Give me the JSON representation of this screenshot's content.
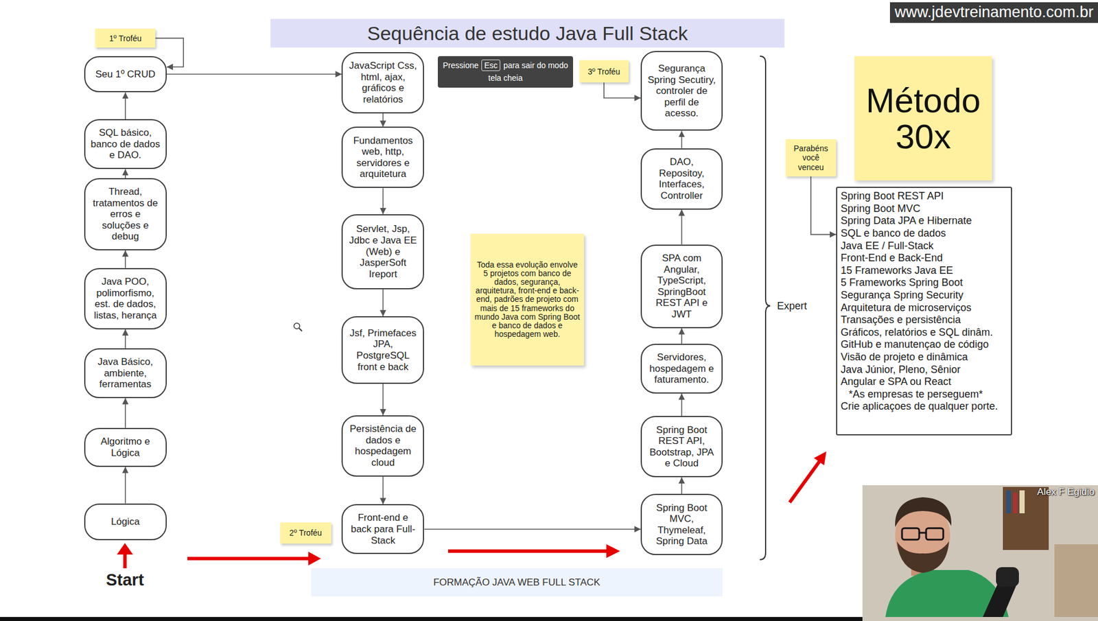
{
  "diagram": {
    "title": "Sequência de estudo Java Full Stack",
    "nodes": [
      {
        "text": [
          "1º Troféu"
        ]
      },
      {
        "text": [
          "Seu 1º CRUD"
        ]
      },
      {
        "text": [
          "SQL básico, banco de dados e DAO."
        ]
      },
      {
        "text": [
          "Thread, tratamentos de erros e soluções e debug"
        ]
      },
      {
        "text": [
          "Java POO, polimorfismo, est. de dados, listas, herança"
        ]
      },
      {
        "text": [
          "Java Básico, ambiente, ferramentas"
        ]
      },
      {
        "text": [
          "Algoritmo e Lógica"
        ]
      },
      {
        "text": [
          "Lógica"
        ]
      },
      {
        "text": [
          "JavaScript Css, html, ajax, gráficos e relatórios"
        ]
      },
      {
        "text": [
          "Fundamentos web, http, servidores e arquitetura"
        ]
      },
      {
        "text": [
          "Servlet, Jsp, Jdbc e Java EE (Web) e JasperSoft Ireport"
        ]
      },
      {
        "text": [
          "Jsf, Primefaces JPA, PostgreSQL front e back"
        ]
      },
      {
        "text": [
          "Persistência de dados e hospedagem cloud"
        ]
      },
      {
        "text": [
          "2º Troféu"
        ]
      },
      {
        "text": [
          "Front-end e back para Full-Stack"
        ]
      },
      {
        "text": [
          "Toda essa evolução envolve 5 projetos com banco de dados, segurança, arquitetura, front-end e back-end, padrões de projeto com mais de 15 frameworks do mundo Java com Spring Boot e banco de dados e hospedagem web."
        ]
      },
      {
        "text": [
          "3º Troféu"
        ]
      },
      {
        "text": [
          "Segurança Spring Secutiry, controler de perfil de acesso."
        ]
      },
      {
        "text": [
          "DAO, Repositoy, Interfaces, Controller"
        ]
      },
      {
        "text": [
          "SPA com Angular, TypeScript, SpringBoot REST API e JWT"
        ]
      },
      {
        "text": [
          "Servidores, hospedagem e faturamento."
        ]
      },
      {
        "text": [
          "Spring Boot REST API, Bootstrap, JPA e Cloud"
        ]
      },
      {
        "text": [
          "Spring Boot MVC, Thymeleaf, Spring Data"
        ]
      },
      {
        "text": [
          "FORMAÇÃO JAVA WEB FULL STACK"
        ]
      },
      {
        "text": [
          "Método 30x"
        ]
      },
      {
        "text": [
          "Parabéns você venceu"
        ]
      },
      {
        "text": [
          "Spring Boot REST API",
          "Spring Boot MVC",
          "Spring Data JPA e Hibernate",
          "SQL e banco de dados",
          "Java EE / Full-Stack",
          "Front-End e Back-End",
          "15 Frameworks Java EE",
          "5 Frameworks Spring Boot",
          "Segurança Spring Security",
          "Arquitetura de microserviços",
          "Transações e persistência",
          "Gráficos, relatórios e SQL dinâm.",
          "GitHub e manutençao de código",
          "Visão de projeto e dinâmica",
          "Java Júnior, Pleno, Sênior",
          "Angular e SPA ou React",
          "*As empresas te perseguem*",
          "Crie aplicaçoes de qualquer porte."
        ]
      }
    ],
    "edges": [
      {
        "from": 7,
        "to": 6,
        "arrow": "to"
      },
      {
        "from": 6,
        "to": 5,
        "arrow": "to"
      },
      {
        "from": 5,
        "to": 4,
        "arrow": "to"
      },
      {
        "from": 4,
        "to": 3,
        "arrow": "to"
      },
      {
        "from": 3,
        "to": 2,
        "arrow": "to"
      },
      {
        "from": 2,
        "to": 1,
        "arrow": "to"
      },
      {
        "from": 0,
        "to": 1,
        "arrow": "to"
      },
      {
        "from": 1,
        "to": 8,
        "arrow": "to"
      },
      {
        "from": 8,
        "to": 9,
        "arrow": "to"
      },
      {
        "from": 9,
        "to": 10,
        "arrow": "to"
      },
      {
        "from": 10,
        "to": 11,
        "arrow": "to"
      },
      {
        "from": 11,
        "to": 12,
        "arrow": "to"
      },
      {
        "from": 12,
        "to": 14,
        "arrow": "to"
      },
      {
        "from": 14,
        "to": 22,
        "arrow": "to"
      },
      {
        "from": 22,
        "to": 21,
        "arrow": "to"
      },
      {
        "from": 21,
        "to": 20,
        "arrow": "to"
      },
      {
        "from": 20,
        "to": 19,
        "arrow": "to"
      },
      {
        "from": 19,
        "to": 18,
        "arrow": "to"
      },
      {
        "from": 18,
        "to": 17,
        "arrow": "to"
      },
      {
        "from": 16,
        "to": 17,
        "arrow": "to"
      },
      {
        "from": 25,
        "to": 26,
        "arrow": "to"
      }
    ],
    "labels": [
      "www.jdevtreinamento.com.br",
      "Pressione",
      "Esc",
      "para sair do modo tela cheia",
      "Start",
      "Expert",
      "Alex F Egidio"
    ]
  }
}
